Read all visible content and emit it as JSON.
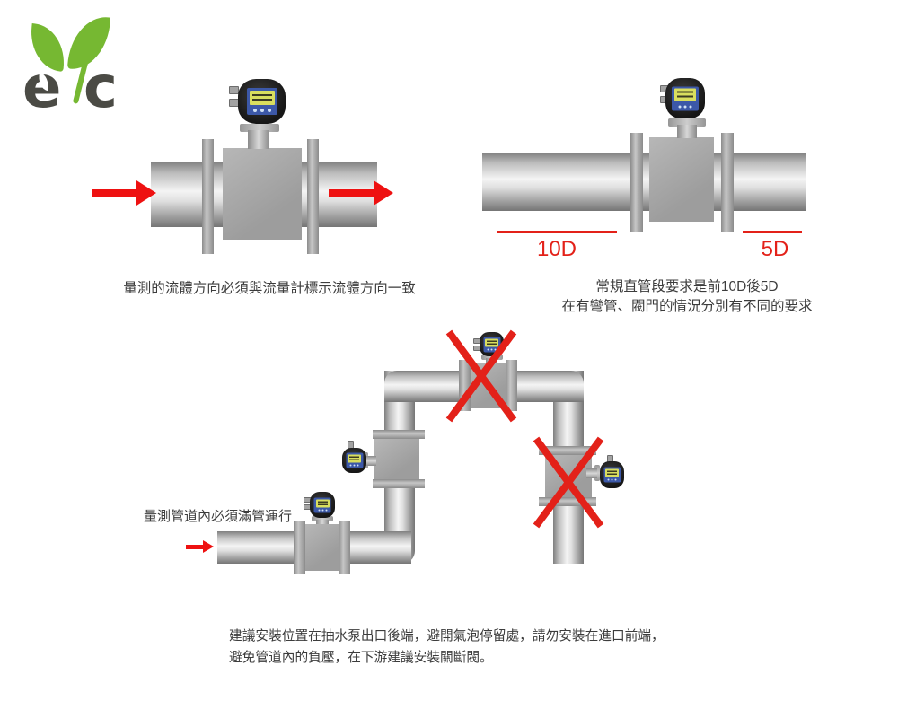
{
  "logo": {
    "e": "e",
    "c": "c"
  },
  "colors": {
    "background": "#ffffff",
    "logo_green": "#76b832",
    "logo_letter": "#4b4b45",
    "arrow_red": "#ee1111",
    "mark_red": "#e32119",
    "caption_text": "#3c3c3c",
    "pipe_gray": "#c0c0c0",
    "meter_gray": "#a6a6a6",
    "transmitter_black": "#1c1c1c",
    "lcd_yellow": "#d9de5e",
    "panel_blue": "#3c58a8"
  },
  "fig_direction": {
    "caption": "量測的流體方向必須與流量計標示流體方向一致"
  },
  "fig_straight": {
    "upstream": "10D",
    "downstream": "5D",
    "caption1": "常規直管段要求是前10D後5D",
    "caption2": "在有彎管、閥門的情況分別有不同的要求"
  },
  "fig_install": {
    "caption": "量測管道內必須滿管運行"
  },
  "note": {
    "line1": "建議安裝位置在抽水泵出口後端，避開氣泡停留處，請勿安裝在進口前端，",
    "line2": "避免管道內的負壓，在下游建議安裝關斷閥。"
  }
}
